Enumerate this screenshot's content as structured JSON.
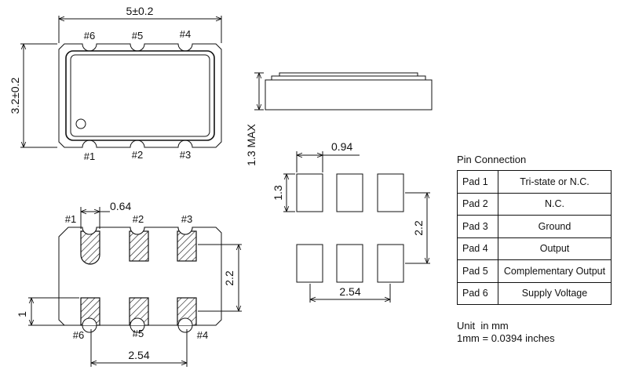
{
  "top_view": {
    "width_dim": "5±0.2",
    "height_dim": "3.2±0.2",
    "pins_top": [
      "#6",
      "#5",
      "#4"
    ],
    "pins_bottom": [
      "#1",
      "#2",
      "#3"
    ]
  },
  "side_view": {
    "height_dim": "1.3 MAX"
  },
  "bottom_view": {
    "pad_width_dim": "0.64",
    "row_pitch_dim": "2.2",
    "pad_height_dim": "1",
    "pitch_dim": "2.54",
    "pins_top": [
      "#1",
      "#2",
      "#3"
    ],
    "pins_bottom": [
      "#6",
      "#5",
      "#4"
    ]
  },
  "land_pattern": {
    "pad_width_dim": "0.94",
    "pad_height_dim": "1.3",
    "row_pitch_dim": "2.2",
    "pitch_dim": "2.54"
  },
  "pin_connection": {
    "title": "Pin Connection",
    "rows": [
      {
        "pad": "Pad 1",
        "desc": "Tri-state or N.C."
      },
      {
        "pad": "Pad 2",
        "desc": "N.C."
      },
      {
        "pad": "Pad 3",
        "desc": "Ground"
      },
      {
        "pad": "Pad 4",
        "desc": "Output"
      },
      {
        "pad": "Pad 5",
        "desc": "Complementary Output"
      },
      {
        "pad": "Pad 6",
        "desc": "Supply Voltage"
      }
    ]
  },
  "units": {
    "line1": "Unit  in mm",
    "line2": "1mm = 0.0394 inches"
  }
}
